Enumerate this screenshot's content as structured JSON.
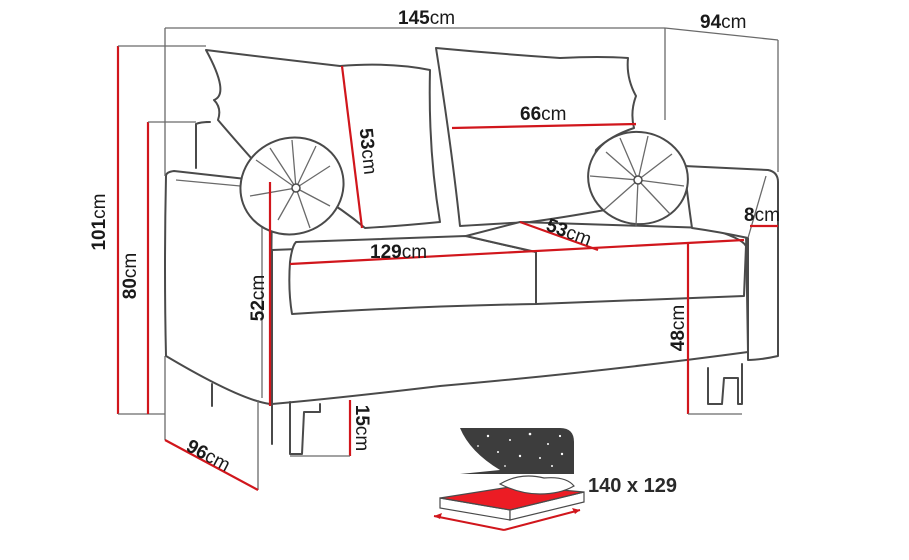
{
  "dimensions": {
    "width_total": {
      "value": "145",
      "unit": "cm"
    },
    "depth_total": {
      "value": "94",
      "unit": "cm"
    },
    "height_total": {
      "value": "101",
      "unit": "cm"
    },
    "backrest_height": {
      "value": "80",
      "unit": "cm"
    },
    "back_cushion_height": {
      "value": "53",
      "unit": "cm"
    },
    "back_cushion_width": {
      "value": "66",
      "unit": "cm"
    },
    "seat_depth": {
      "value": "53",
      "unit": "cm"
    },
    "armrest_width": {
      "value": "8",
      "unit": "cm"
    },
    "seat_width": {
      "value": "129",
      "unit": "cm"
    },
    "armrest_height": {
      "value": "52",
      "unit": "cm"
    },
    "seat_height": {
      "value": "48",
      "unit": "cm"
    },
    "leg_height": {
      "value": "15",
      "unit": "cm"
    },
    "depth_side": {
      "value": "96",
      "unit": "cm"
    }
  },
  "bed": {
    "size_label": "140 x 129",
    "icon": "sleeping-bed-icon"
  },
  "colors": {
    "dimension_line": "#d1161c",
    "outline": "#4a4a4a",
    "night_sky": "#3d3d3d"
  }
}
